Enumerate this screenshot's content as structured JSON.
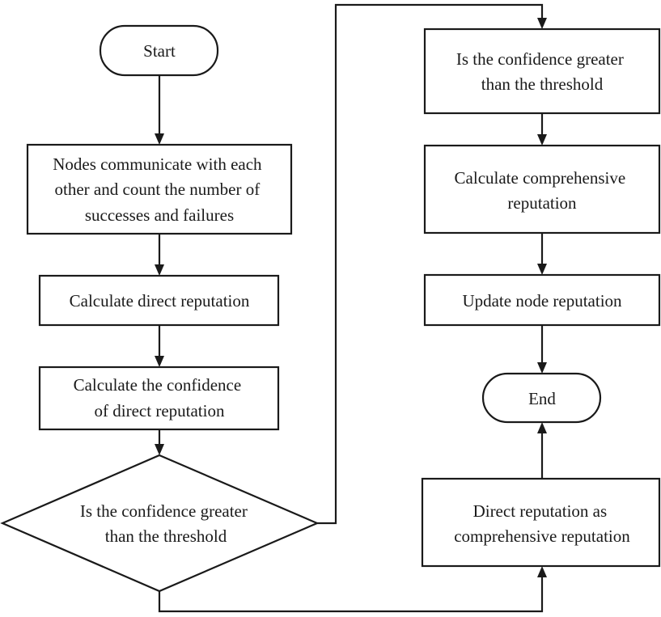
{
  "nodes": {
    "start": {
      "lines": [
        "Start"
      ]
    },
    "count": {
      "lines": [
        "Nodes communicate with each",
        "other and count the number of",
        "successes and failures"
      ]
    },
    "direct": {
      "lines": [
        "Calculate direct reputation"
      ]
    },
    "confidence": {
      "lines": [
        "Calculate the confidence",
        "of direct reputation"
      ]
    },
    "decision_left": {
      "lines": [
        "Is the confidence greater",
        "than the threshold"
      ]
    },
    "decision_right": {
      "lines": [
        "Is the confidence greater",
        "than the threshold"
      ]
    },
    "comprehensive": {
      "lines": [
        "Calculate comprehensive",
        "reputation"
      ]
    },
    "update": {
      "lines": [
        "Update node reputation"
      ]
    },
    "end": {
      "lines": [
        "End"
      ]
    },
    "direct_as_comp": {
      "lines": [
        "Direct reputation as",
        "comprehensive reputation"
      ]
    }
  }
}
